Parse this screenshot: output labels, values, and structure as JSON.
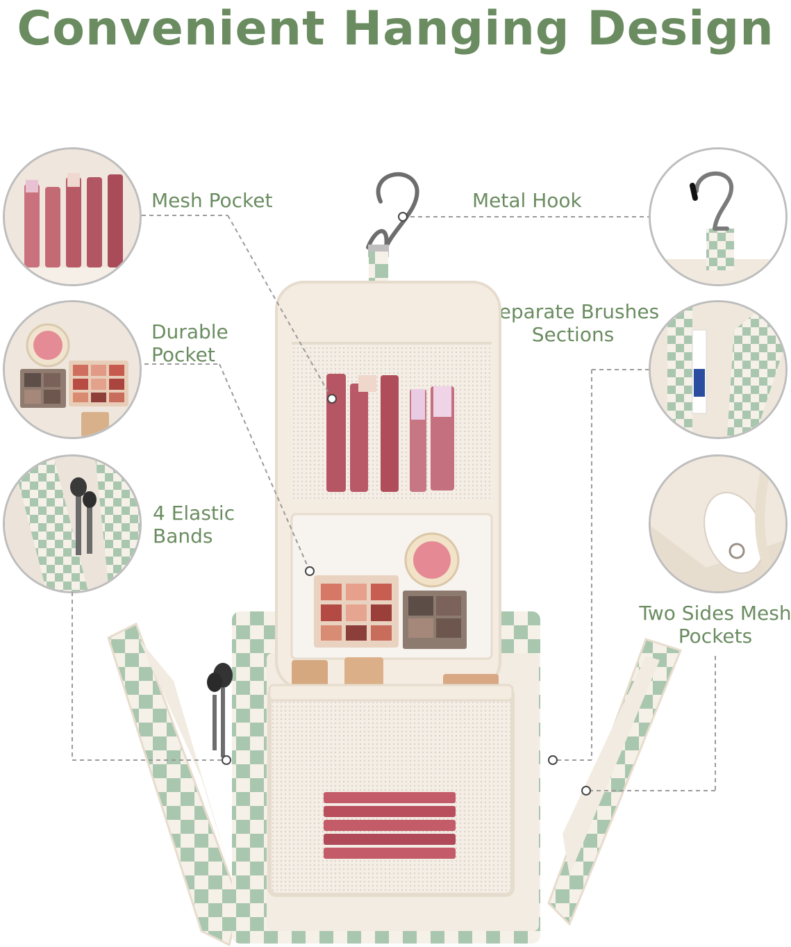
{
  "title": "Convenient Hanging Design",
  "colors": {
    "accent_green": "#6a8c60",
    "check_green": "#a9c6ae",
    "cream": "#f4ece1",
    "leader_gray": "#9a9a9a"
  },
  "labels": {
    "mesh_pocket": "Mesh Pocket",
    "durable_pocket_l1": "Durable",
    "durable_pocket_l2": "Pocket",
    "elastic_bands_l1": "4 Elastic",
    "elastic_bands_l2": "Bands",
    "metal_hook": "Metal Hook",
    "brushes_l1": "Separate Brushes",
    "brushes_l2": "Sections",
    "side_mesh_l1": "Two Sides Mesh",
    "side_mesh_l2": "Pockets"
  },
  "icons": [
    "hook-icon",
    "lipgloss-icon",
    "eyeshadow-palette-icon",
    "blush-compact-icon",
    "makeup-brush-icon"
  ]
}
